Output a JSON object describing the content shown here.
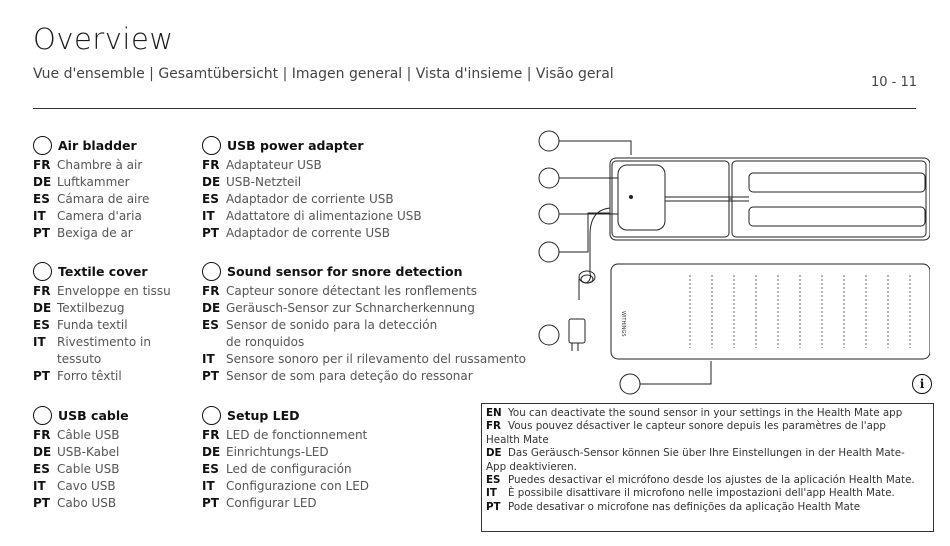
{
  "header": {
    "title": "Overview",
    "subtitle": "Vue d'ensemble | Gesamtübersicht | Imagen general | Vista d'insieme | Visão geral",
    "pages": "10 - 11"
  },
  "components": [
    {
      "name": "Air bladder",
      "translations": [
        {
          "code": "FR",
          "text": "Chambre à air"
        },
        {
          "code": "DE",
          "text": "Luftkammer"
        },
        {
          "code": "ES",
          "text": "Cámara de aire"
        },
        {
          "code": "IT",
          "text": "Camera d'aria"
        },
        {
          "code": "PT",
          "text": "Bexiga de ar"
        }
      ]
    },
    {
      "name": "Textile cover",
      "translations": [
        {
          "code": "FR",
          "text": "Enveloppe en tissu"
        },
        {
          "code": "DE",
          "text": "Textilbezug"
        },
        {
          "code": "ES",
          "text": "Funda textil"
        },
        {
          "code": "IT",
          "text": "Rivestimento in"
        },
        {
          "code": "",
          "text": "tessuto"
        },
        {
          "code": "PT",
          "text": "Forro têxtil"
        }
      ]
    },
    {
      "name": "USB cable",
      "translations": [
        {
          "code": "FR",
          "text": "Câble USB"
        },
        {
          "code": "DE",
          "text": "USB-Kabel"
        },
        {
          "code": "ES",
          "text": "Cable USB"
        },
        {
          "code": "IT",
          "text": "Cavo USB"
        },
        {
          "code": "PT",
          "text": "Cabo USB"
        }
      ]
    },
    {
      "name": "USB power adapter",
      "translations": [
        {
          "code": "FR",
          "text": "Adaptateur USB"
        },
        {
          "code": "DE",
          "text": "USB-Netzteil"
        },
        {
          "code": "ES",
          "text": "Adaptador de corriente USB"
        },
        {
          "code": "IT",
          "text": "Adattatore di alimentazione USB"
        },
        {
          "code": "PT",
          "text": "Adaptador de corrente USB"
        }
      ]
    },
    {
      "name": "Sound sensor for snore detection",
      "translations": [
        {
          "code": "FR",
          "text": "Capteur sonore détectant les ronflements"
        },
        {
          "code": "DE",
          "text": "Geräusch-Sensor zur Schnarcherkennung"
        },
        {
          "code": "ES",
          "text": "Sensor de sonido para la detección"
        },
        {
          "code": "",
          "text": "de ronquidos"
        },
        {
          "code": "IT",
          "text": "Sensore sonoro per il rilevamento del russamento"
        },
        {
          "code": "PT",
          "text": "Sensor de som para deteção do ressonar"
        }
      ]
    },
    {
      "name": "Setup LED",
      "translations": [
        {
          "code": "FR",
          "text": "LED de fonctionnement"
        },
        {
          "code": "DE",
          "text": "Einrichtungs-LED"
        },
        {
          "code": "ES",
          "text": "Led de configuración"
        },
        {
          "code": "IT",
          "text": "Configurazione con LED"
        },
        {
          "code": "PT",
          "text": "Configurar LED"
        }
      ]
    }
  ],
  "note": [
    {
      "code": "EN",
      "text": "You can deactivate the sound sensor in your settings in the Health Mate app"
    },
    {
      "code": "FR",
      "text": "Vous pouvez désactiver le capteur sonore depuis les paramètres de l'app"
    },
    {
      "code": "",
      "text": "Health Mate"
    },
    {
      "code": "DE",
      "text": "Das Geräusch-Sensor können Sie über Ihre Einstellungen in der Health Mate-"
    },
    {
      "code": "",
      "text": "App deaktivieren."
    },
    {
      "code": "ES",
      "text": "Puedes desactivar el micrófono desde los ajustes de la aplicación Health Mate."
    },
    {
      "code": "IT",
      "text": "È possibile disattivare il microfono nelle impostazioni dell'app Health Mate."
    },
    {
      "code": "PT",
      "text": "Pode desativar o microfone nas definições da aplicação Health Mate"
    }
  ],
  "diagram": {
    "device_label": "WITHINGS",
    "info_icon": "i"
  }
}
